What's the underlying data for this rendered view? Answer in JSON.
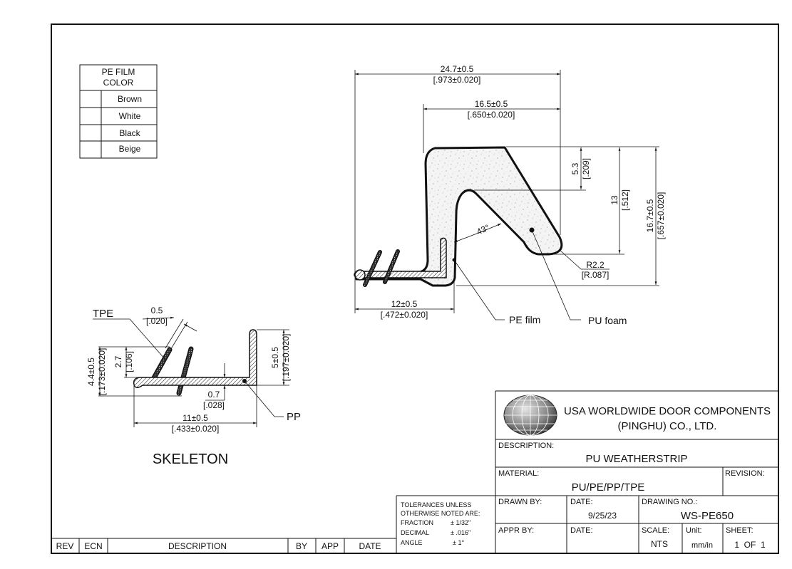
{
  "color_table": {
    "header_line1": "PE FILM",
    "header_line2": "COLOR",
    "options": [
      "Brown",
      "White",
      "Black",
      "Beige"
    ]
  },
  "main_profile": {
    "dims": {
      "overall_width_mm": "24.7±0.5",
      "overall_width_in": "[.973±0.020]",
      "top_width_mm": "16.5±0.5",
      "top_width_in": "[.650±0.020]",
      "top_thickness_mm": "5.3",
      "top_thickness_in": "[.209]",
      "lip_height_mm": "13",
      "lip_height_in": "[.512]",
      "overall_height_mm": "16.7±0.5",
      "overall_height_in": "[.657±0.020]",
      "radius_mm": "R2.2",
      "radius_in": "[R.087]",
      "base_width_mm": "12±0.5",
      "base_width_in": "[.472±0.020]",
      "angle": "43°"
    },
    "callouts": {
      "pe_film": "PE film",
      "pu_foam": "PU foam"
    }
  },
  "skeleton": {
    "title": "SKELETON",
    "dims": {
      "fin_thickness_mm": "0.5",
      "fin_thickness_in": "[.020]",
      "fin_height_mm": "2.7",
      "fin_height_in": "[.106]",
      "overall_height_mm": "4.4±0.5",
      "overall_height_in": "[.173±0.020]",
      "leg_height_mm": "5±0.5",
      "leg_height_in": "[.197±0.020]",
      "base_thickness_mm": "0.7",
      "base_thickness_in": "[.028]",
      "width_mm": "11±0.5",
      "width_in": "[.433±0.020]"
    },
    "callouts": {
      "tpe": "TPE",
      "pp": "PP"
    }
  },
  "title_block": {
    "company_line1": "USA WORLDWIDE DOOR COMPONENTS",
    "company_line2": "(PINGHU) CO., LTD.",
    "description_label": "DESCRIPTION:",
    "description_value": "PU WEATHERSTRIP",
    "material_label": "MATERIAL:",
    "material_value": "PU/PE/PP/TPE",
    "revision_label": "REVISION:",
    "revision_value": "",
    "drawn_by_label": "DRAWN BY:",
    "drawn_by_value": "",
    "date_label": "DATE:",
    "date_value": "9/25/23",
    "drawing_no_label": "DRAWING NO.:",
    "drawing_no_value": "WS-PE650",
    "appr_by_label": "APPR BY:",
    "appr_date_label": "DATE:",
    "scale_label": "SCALE:",
    "scale_value": "NTS",
    "unit_label": "Unit:",
    "unit_value": "mm/in",
    "sheet_label": "SHEET:",
    "sheet_value": "1  OF  1"
  },
  "tolerances": {
    "line1": "TOLERANCES UNLESS",
    "line2": "OTHERWISE NOTED ARE:",
    "rows": [
      {
        "label": "FRACTION",
        "value": "± 1/32\""
      },
      {
        "label": "DECIMAL",
        "value": "± .016\""
      },
      {
        "label": "ANGLE",
        "value": "± 1°"
      }
    ]
  },
  "revision_block": {
    "headers": [
      "REV",
      "ECN",
      "DESCRIPTION",
      "BY",
      "APP",
      "DATE"
    ]
  }
}
